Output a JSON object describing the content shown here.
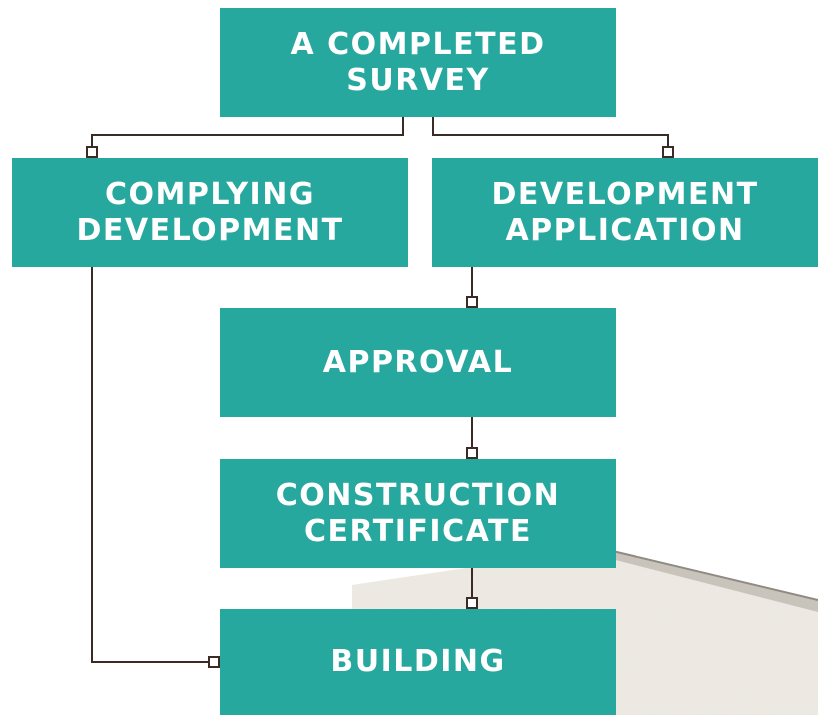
{
  "colors": {
    "box_fill": "#27a89e",
    "box_text": "#ffffff",
    "connector": "#3b2a25",
    "wall": "#ebe7df"
  },
  "nodes": {
    "survey": "A COMPLETED\nSURVEY",
    "complying": "COMPLYING\nDEVELOPMENT",
    "development_application": "DEVELOPMENT\nAPPLICATION",
    "approval": "APPROVAL",
    "construction": "CONSTRUCTION\nCERTIFICATE",
    "building": "BUILDING"
  },
  "edges": [
    {
      "from": "survey",
      "to": "complying"
    },
    {
      "from": "survey",
      "to": "development_application"
    },
    {
      "from": "development_application",
      "to": "approval"
    },
    {
      "from": "approval",
      "to": "construction"
    },
    {
      "from": "construction",
      "to": "building"
    },
    {
      "from": "complying",
      "to": "building"
    }
  ]
}
